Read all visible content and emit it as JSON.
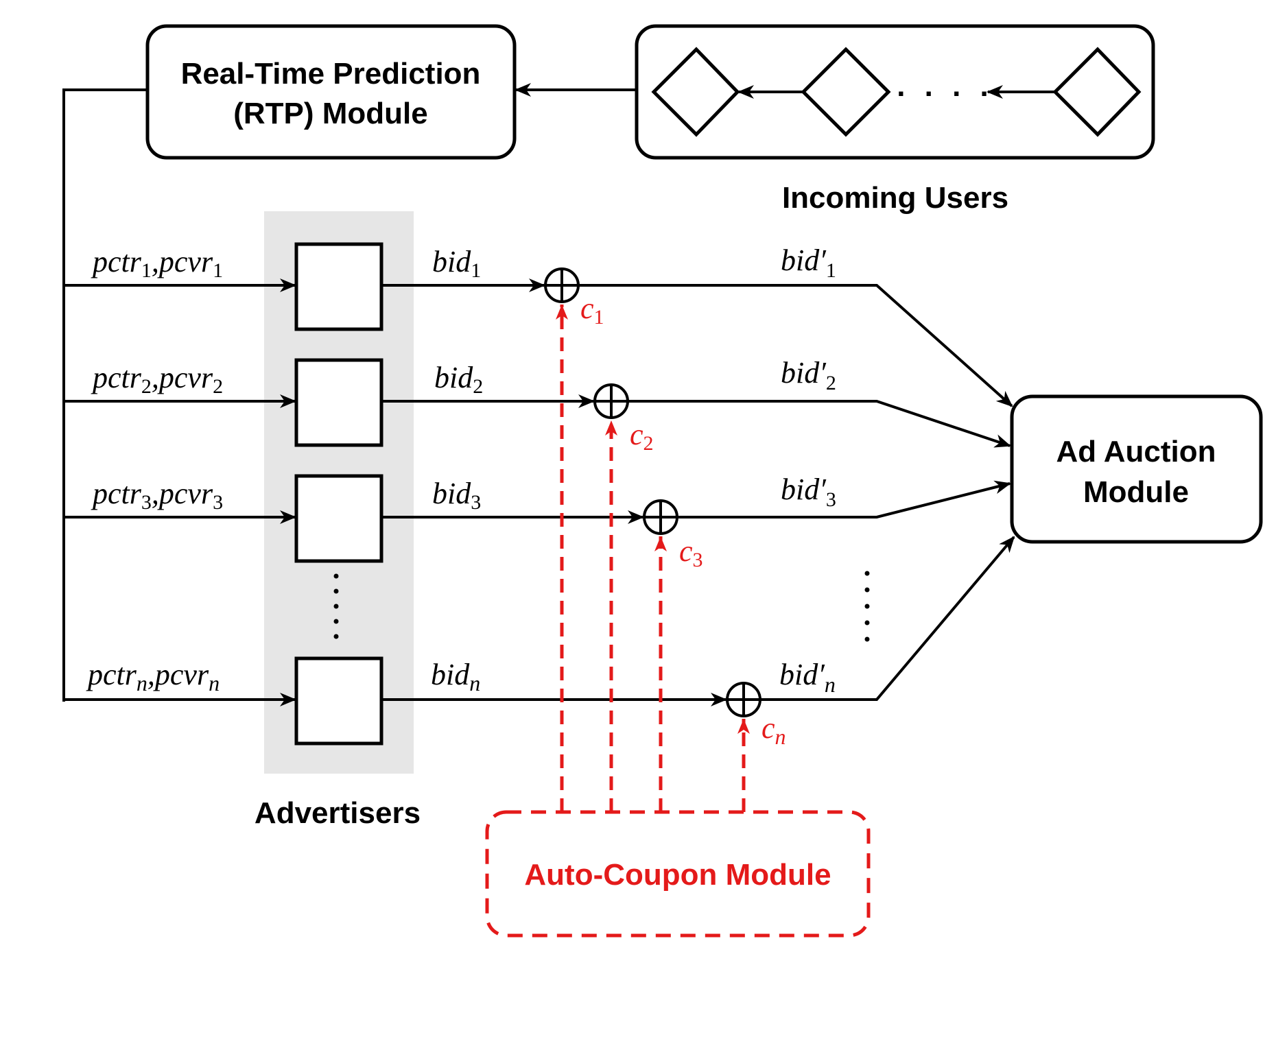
{
  "rtp_module": {
    "line1": "Real-Time Prediction",
    "line2": "(RTP) Module"
  },
  "incoming_users": {
    "label": "Incoming Users",
    "ellipsis": ". . . ."
  },
  "advertisers": {
    "label": "Advertisers"
  },
  "ad_auction": {
    "line1": "Ad Auction",
    "line2": "Module"
  },
  "auto_coupon": {
    "label": "Auto-Coupon Module"
  },
  "rows": [
    {
      "p1": "pctr",
      "p2": "pcvr",
      "sub": "1",
      "bid": "bid",
      "bidp": "bid",
      "prime": "′",
      "coupon": "c"
    },
    {
      "p1": "pctr",
      "p2": "pcvr",
      "sub": "2",
      "bid": "bid",
      "bidp": "bid",
      "prime": "′",
      "coupon": "c"
    },
    {
      "p1": "pctr",
      "p2": "pcvr",
      "sub": "3",
      "bid": "bid",
      "bidp": "bid",
      "prime": "′",
      "coupon": "c"
    },
    {
      "p1": "pctr",
      "p2": "pcvr",
      "sub": "n",
      "bid": "bid",
      "bidp": "bid",
      "prime": "′",
      "coupon": "c"
    }
  ],
  "colors": {
    "line": "#000000",
    "accent": "#e41a1a",
    "shade": "#e6e6e6"
  }
}
